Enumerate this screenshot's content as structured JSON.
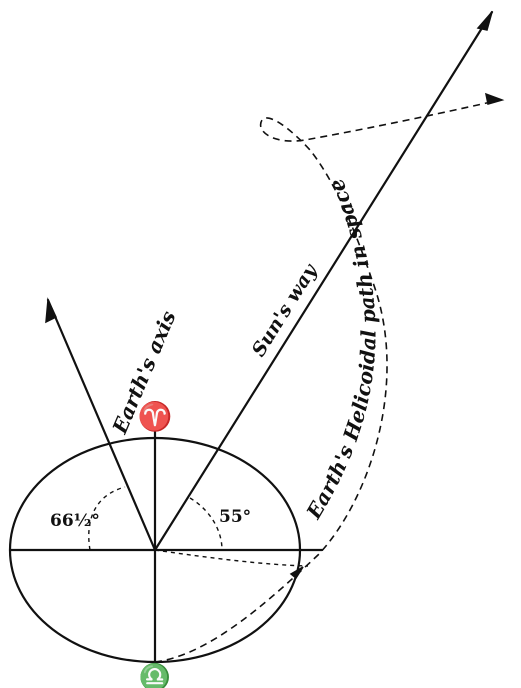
{
  "labels": {
    "earth_axis": "Earth's axis",
    "suns_way": "Sun's way",
    "helicoidal_path": "Earth's Helicoidal path in space",
    "angle_axis": "66½°",
    "angle_sun": "55°",
    "aries_symbol": "♈",
    "libra_symbol": "♎"
  },
  "colors": {
    "ink": "#111111",
    "background": "#ffffff"
  }
}
